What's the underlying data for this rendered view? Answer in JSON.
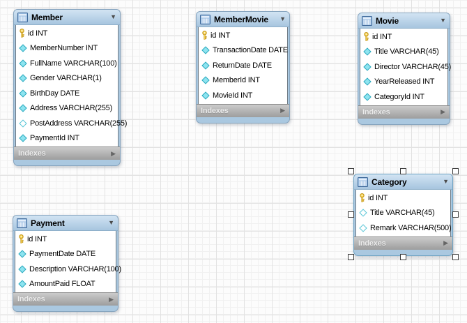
{
  "colors": {
    "header_gradient_top": "#d2e4f3",
    "header_gradient_bottom": "#a7c5df",
    "frame_blue": "#aac8e0",
    "footer_gray_top": "#cbcbcb",
    "footer_gray_bottom": "#9d9d9d",
    "key_icon_yellow": "#f6d04d",
    "column_icon_cyan": "#8ee4f0",
    "column_icon_border": "#2ba9bd"
  },
  "tables": [
    {
      "title": "Member",
      "selected": false,
      "footer_label": "Indexes",
      "columns": [
        {
          "text": "id INT",
          "icon": "key-icon"
        },
        {
          "text": "MemberNumber INT",
          "icon": "column-icon"
        },
        {
          "text": "FullName VARCHAR(100)",
          "icon": "column-icon"
        },
        {
          "text": "Gender VARCHAR(1)",
          "icon": "column-icon"
        },
        {
          "text": "BirthDay DATE",
          "icon": "column-icon"
        },
        {
          "text": "Address VARCHAR(255)",
          "icon": "column-icon"
        },
        {
          "text": "PostAddress VARCHAR(255)",
          "icon": "column-nullable-icon"
        },
        {
          "text": "PaymentId INT",
          "icon": "column-icon"
        }
      ]
    },
    {
      "title": "MemberMovie",
      "selected": false,
      "footer_label": "Indexes",
      "columns": [
        {
          "text": "id INT",
          "icon": "key-icon"
        },
        {
          "text": "TransactionDate DATE",
          "icon": "column-icon"
        },
        {
          "text": "ReturnDate DATE",
          "icon": "column-icon"
        },
        {
          "text": "MemberId INT",
          "icon": "column-icon"
        },
        {
          "text": "MovieId INT",
          "icon": "column-icon"
        }
      ]
    },
    {
      "title": "Movie",
      "selected": false,
      "footer_label": "Indexes",
      "columns": [
        {
          "text": "id INT",
          "icon": "key-icon"
        },
        {
          "text": "Title VARCHAR(45)",
          "icon": "column-icon"
        },
        {
          "text": "Director VARCHAR(45)",
          "icon": "column-icon"
        },
        {
          "text": "YearReleased INT",
          "icon": "column-icon"
        },
        {
          "text": "CategoryId INT",
          "icon": "column-icon"
        }
      ]
    },
    {
      "title": "Category",
      "selected": true,
      "footer_label": "Indexes",
      "columns": [
        {
          "text": "id INT",
          "icon": "key-icon"
        },
        {
          "text": "Title VARCHAR(45)",
          "icon": "column-nullable-icon"
        },
        {
          "text": "Remark VARCHAR(500)",
          "icon": "column-nullable-icon"
        }
      ]
    },
    {
      "title": "Payment",
      "selected": false,
      "footer_label": "Indexes",
      "columns": [
        {
          "text": "id INT",
          "icon": "key-icon"
        },
        {
          "text": "PaymentDate DATE",
          "icon": "column-icon"
        },
        {
          "text": "Description VARCHAR(100)",
          "icon": "column-icon"
        },
        {
          "text": "AmountPaid FLOAT",
          "icon": "column-icon"
        }
      ]
    }
  ]
}
